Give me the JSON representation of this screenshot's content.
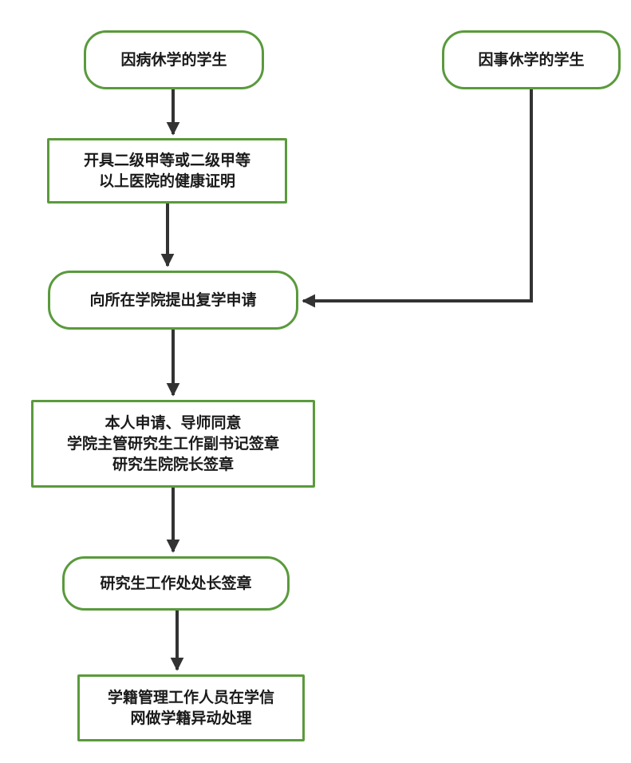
{
  "nodes": {
    "sick_leave": {
      "lines": [
        "因病休学的学生"
      ]
    },
    "personal_leave": {
      "lines": [
        "因事休学的学生"
      ]
    },
    "health_certificate": {
      "lines": [
        "开具二级甲等或二级甲等",
        "以上医院的健康证明"
      ]
    },
    "apply_resumption": {
      "lines": [
        "向所在学院提出复学申请"
      ]
    },
    "approvals": {
      "lines": [
        "本人申请、导师同意",
        "学院主管研究生工作副书记签章",
        "研究生院院长签章"
      ]
    },
    "office_head": {
      "lines": [
        "研究生工作处处长签章"
      ]
    },
    "registrar": {
      "lines": [
        "学籍管理工作人员在学信",
        "网做学籍异动处理"
      ]
    }
  },
  "colors": {
    "node_border": "#5a9a3c",
    "edge": "#333333",
    "text": "#1a1a1a"
  }
}
